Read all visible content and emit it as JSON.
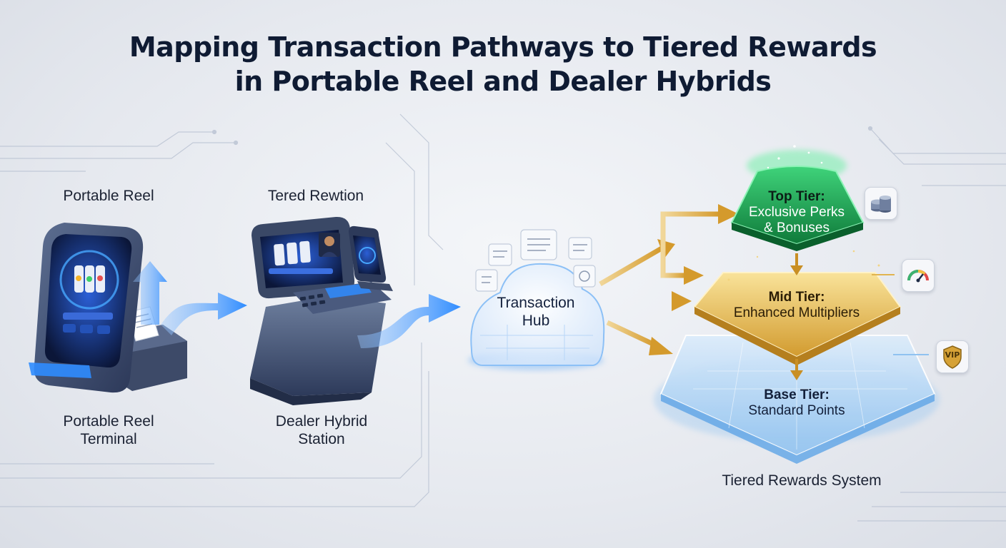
{
  "title": {
    "line1": "Mapping Transaction Pathways to Tiered Rewards",
    "line2": "in Portable Reel and Dealer Hybrids"
  },
  "devices": {
    "portable": {
      "top_label": "Portable Reel",
      "bottom_label_line1": "Portable Reel",
      "bottom_label_line2": "Terminal"
    },
    "dealer": {
      "top_label": "Tered Rewtion",
      "bottom_label_line1": "Dealer Hybrid",
      "bottom_label_line2": "Station"
    }
  },
  "hub": {
    "label_line1": "Transaction",
    "label_line2": "Hub"
  },
  "tiers": {
    "top": {
      "line1": "Top Tier:",
      "line2": "Exclusive Perks",
      "line3": "& Bonuses",
      "icon": "coin-stack-icon"
    },
    "mid": {
      "line1": "Mid Tier:",
      "line2": "Enhanced Multipliers",
      "icon": "gauge-icon"
    },
    "base": {
      "line1": "Base Tier:",
      "line2": "Standard Points",
      "icon": "vip-shield-icon",
      "icon_text": "VIP"
    }
  },
  "system_label": "Tiered Rewards System",
  "colors": {
    "flow_blue": "#2f8cff",
    "flow_gold": "#d4a23c",
    "top_tier_green": "#1f9a4c",
    "mid_tier_gold": "#e3b54a",
    "base_tier_blue": "#9fcaf2"
  }
}
